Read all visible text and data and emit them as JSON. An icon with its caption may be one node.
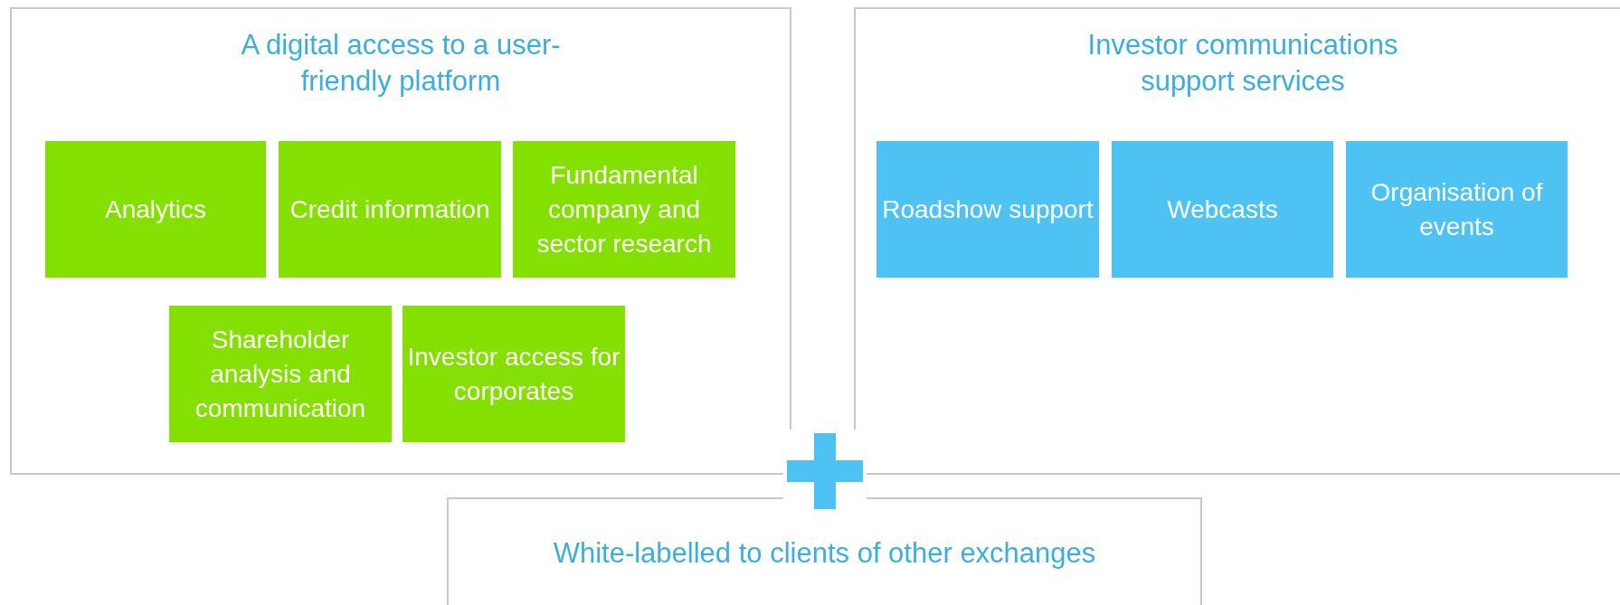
{
  "diagram": {
    "nodes": [
      {
        "text": [
          "A digital access to a user-friendly platform"
        ]
      },
      {
        "text": [
          "Analytics"
        ],
        "in": 0
      },
      {
        "text": [
          "Credit information"
        ],
        "in": 0
      },
      {
        "text": [
          "Fundamental company and sector research"
        ],
        "in": 0
      },
      {
        "text": [
          "Shareholder analysis and communication"
        ],
        "in": 0
      },
      {
        "text": [
          "Investor access for corporates"
        ],
        "in": 0
      },
      {
        "text": [
          "Investor communications support services"
        ]
      },
      {
        "text": [
          "Roadshow support"
        ],
        "in": 6
      },
      {
        "text": [
          "Webcasts"
        ],
        "in": 6
      },
      {
        "text": [
          "Organisation of events"
        ],
        "in": 6
      },
      {
        "text": [
          "White-labelled to clients of other exchanges"
        ]
      }
    ]
  }
}
